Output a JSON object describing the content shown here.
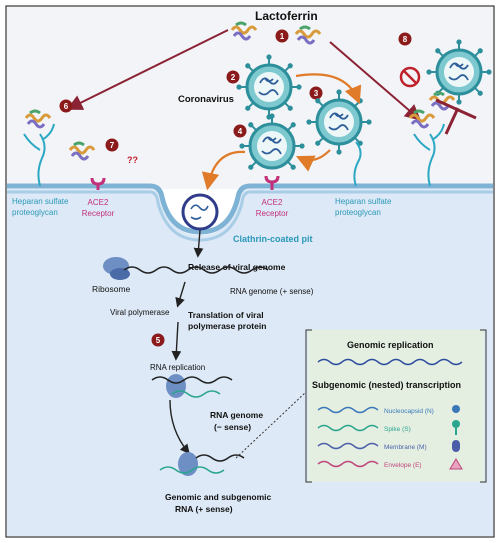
{
  "title": "Lactoferrin",
  "labels": {
    "coronavirus": "Coronavirus",
    "heparan_left": [
      "Heparan sulfate",
      "proteoglycan"
    ],
    "heparan_right": [
      "Heparan sulfate",
      "proteoglycan"
    ],
    "ace2_left": [
      "ACE2",
      "Receptor"
    ],
    "ace2_center": [
      "ACE2",
      "Receptor"
    ],
    "question_marks": "??",
    "clathrin": "Clathrin-coated pit",
    "release": "Release of viral genome",
    "ribosome": "Ribosome",
    "rna_genome_plus": "RNA genome (+ sense)",
    "viral_polymerase": "Viral polymerase",
    "translation": [
      "Translation of viral",
      "polymerase protein"
    ],
    "rna_replication": "RNA replication",
    "rna_genome_minus": [
      "RNA genome",
      "(− sense)"
    ],
    "genomic_subgenomic": [
      "Genomic and subgenomic",
      "RNA (+ sense)"
    ],
    "genomic_replication": "Genomic replication",
    "subgenomic_transcription": "Subgenomic (nested) transcription"
  },
  "steps": [
    "1",
    "2",
    "3",
    "4",
    "5",
    "6",
    "7",
    "8"
  ],
  "legend": [
    {
      "label": "Nucleocapsid (N)",
      "color": "#3a78b8",
      "icon": "nucleocapsid-dot-icon"
    },
    {
      "label": "Spike (S)",
      "color": "#2aa58f",
      "icon": "spike-icon"
    },
    {
      "label": "Membrane (M)",
      "color": "#4b5fa8",
      "icon": "membrane-icon"
    },
    {
      "label": "Envelope (E)",
      "color": "#c0457a",
      "icon": "envelope-triangle-icon"
    }
  ],
  "colors": {
    "extracellular": "#f3f4f7",
    "cytoplasm": "#dde9f6",
    "membrane": "#7fb3d6",
    "step_badge": "#8b1a1a",
    "arrow_red": "#8b2335",
    "arrow_orange": "#e07b2a",
    "receptor": "#c2307a",
    "heparan": "#2aa8c4",
    "virus_teal": "#2d8f9b",
    "replication_box": "#e4efe2"
  }
}
